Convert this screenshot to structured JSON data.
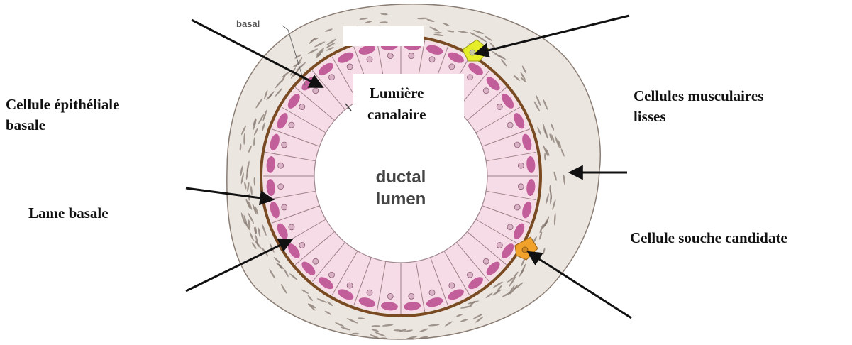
{
  "labels": {
    "epithelial_basal": [
      "Cellule épithéliale",
      "basale"
    ],
    "lame_basale": "Lame basale",
    "muscle": [
      "Cellules musculaires",
      "lisses"
    ],
    "stem": "Cellule souche candidate",
    "lumiere": [
      "Lumière",
      "canalaire"
    ]
  },
  "diagram_text": {
    "basal": "basal",
    "ductal": "ductal",
    "lumen": "lumen"
  },
  "colors": {
    "connective_tissue": "#ece6e1",
    "basal_cells": "#b8488c",
    "luminal_cells": "#f6dce6",
    "basement_membrane": "#7a4a22",
    "stem_cell": "#f0a22a",
    "muscle_cell_highlight": "#e6ee2a",
    "arrow": "#111111"
  }
}
